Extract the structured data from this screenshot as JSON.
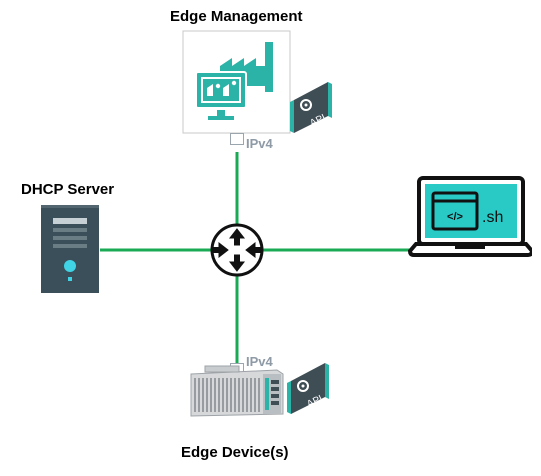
{
  "diagram": {
    "nodes": {
      "edge_management": {
        "label": "Edge Management"
      },
      "dhcp_server": {
        "label": "DHCP Server"
      },
      "edge_devices": {
        "label": "Edge Device(s)"
      },
      "laptop": {
        "screen_text": ".sh",
        "code_glyph": "</>"
      }
    },
    "ports": {
      "top": "IPv4",
      "bottom": "IPv4"
    },
    "badges": {
      "top": "API",
      "bottom": "API"
    },
    "colors": {
      "link": "#1aaa55",
      "teal": "#2bb3a8",
      "dark_slate": "#3f4d55",
      "server_body": "#3a4f59",
      "port_label": "#8e9aa6"
    }
  }
}
